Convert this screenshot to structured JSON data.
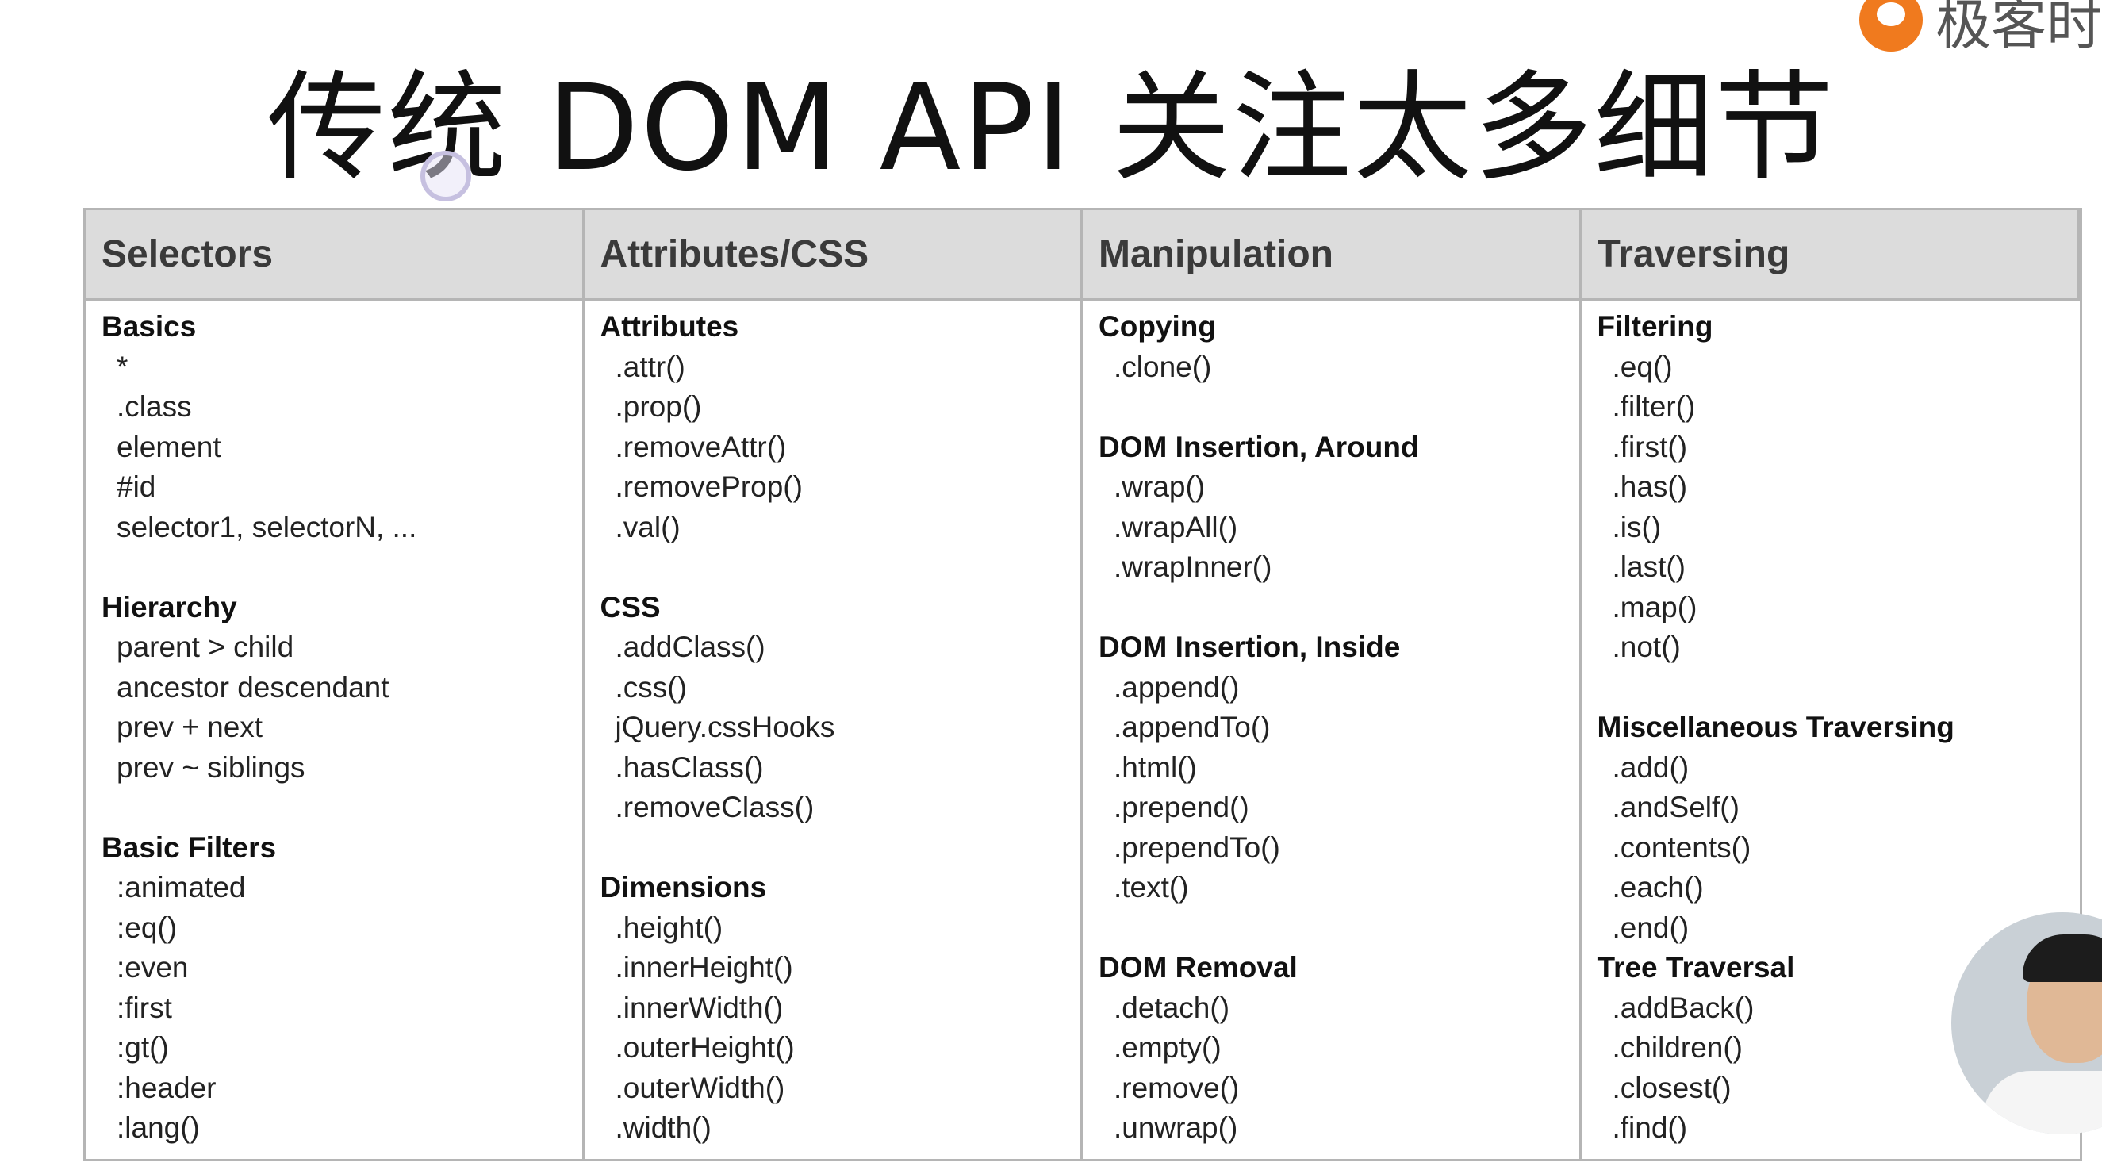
{
  "title": "传统 DOM API 关注太多细节",
  "logo": {
    "text": "极客时"
  },
  "table": {
    "headers": [
      "Selectors",
      "Attributes/CSS",
      "Manipulation",
      "Traversing"
    ],
    "columns": [
      {
        "sections": [
          {
            "heading": "Basics",
            "items": [
              "*",
              ".class",
              "element",
              "#id",
              "selector1, selectorN, ..."
            ]
          },
          {
            "heading": "Hierarchy",
            "items": [
              "parent > child",
              "ancestor descendant",
              "prev + next",
              "prev ~ siblings"
            ]
          },
          {
            "heading": "Basic Filters",
            "items": [
              ":animated",
              ":eq()",
              ":even",
              ":first",
              ":gt()",
              ":header",
              ":lang()"
            ]
          }
        ]
      },
      {
        "sections": [
          {
            "heading": "Attributes",
            "items": [
              ".attr()",
              ".prop()",
              ".removeAttr()",
              ".removeProp()",
              ".val()"
            ]
          },
          {
            "heading": "CSS",
            "items": [
              ".addClass()",
              ".css()",
              "jQuery.cssHooks",
              ".hasClass()",
              ".removeClass()"
            ]
          },
          {
            "heading": "Dimensions",
            "items": [
              ".height()",
              ".innerHeight()",
              ".innerWidth()",
              ".outerHeight()",
              ".outerWidth()",
              ".width()"
            ]
          }
        ]
      },
      {
        "sections": [
          {
            "heading": "Copying",
            "items": [
              ".clone()"
            ]
          },
          {
            "heading": "DOM Insertion, Around",
            "items": [
              ".wrap()",
              ".wrapAll()",
              ".wrapInner()"
            ]
          },
          {
            "heading": "DOM Insertion, Inside",
            "items": [
              ".append()",
              ".appendTo()",
              ".html()",
              ".prepend()",
              ".prependTo()",
              ".text()"
            ]
          },
          {
            "heading": "DOM Removal",
            "items": [
              ".detach()",
              ".empty()",
              ".remove()",
              ".unwrap()"
            ]
          }
        ]
      },
      {
        "sections": [
          {
            "heading": "Filtering",
            "items": [
              ".eq()",
              ".filter()",
              ".first()",
              ".has()",
              ".is()",
              ".last()",
              ".map()",
              ".not()"
            ]
          },
          {
            "heading": "Miscellaneous Traversing",
            "items": [
              ".add()",
              ".andSelf()",
              ".contents()",
              ".each()",
              ".end()"
            ]
          },
          {
            "heading": "Tree Traversal",
            "items": [
              ".addBack()",
              ".children()",
              ".closest()",
              ".find()"
            ]
          }
        ]
      }
    ]
  }
}
